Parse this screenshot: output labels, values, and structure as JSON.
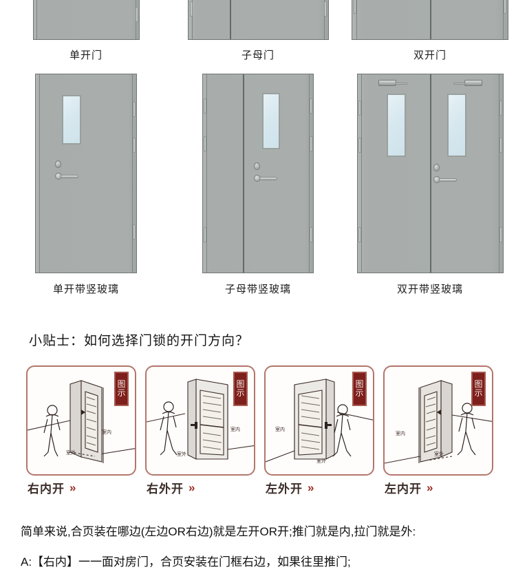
{
  "door_rows": [
    {
      "row_name": "basic-doors",
      "cells": [
        {
          "caption": "单开门",
          "type": "single"
        },
        {
          "caption": "子母门",
          "type": "mother-son"
        },
        {
          "caption": "双开门",
          "type": "double"
        }
      ]
    },
    {
      "row_name": "glass-doors",
      "cells": [
        {
          "caption": "单开带竖玻璃",
          "type": "single-glass"
        },
        {
          "caption": "子母带竖玻璃",
          "type": "mother-son-glass"
        },
        {
          "caption": "双开带竖玻璃",
          "type": "double-glass"
        }
      ]
    }
  ],
  "tips": {
    "heading": "小贴士：如何选择门锁的开门方向？"
  },
  "panels": [
    {
      "label": "右内开",
      "chevron": "»",
      "badge_top": "图",
      "badge_bottom": "示",
      "inside_label": "室内",
      "outside_label": "室外",
      "person_side": "left",
      "door_open": "inward",
      "hinge_side": "right"
    },
    {
      "label": "右外开",
      "chevron": "»",
      "badge_top": "图",
      "badge_bottom": "示",
      "inside_label": "室内",
      "outside_label": "室外",
      "person_side": "left",
      "door_open": "outward",
      "hinge_side": "right"
    },
    {
      "label": "左外开",
      "chevron": "»",
      "badge_top": "图",
      "badge_bottom": "示",
      "inside_label": "室内",
      "outside_label": "室外",
      "person_side": "right",
      "door_open": "outward",
      "hinge_side": "left"
    },
    {
      "label": "左内开",
      "chevron": "»",
      "badge_top": "图",
      "badge_bottom": "示",
      "inside_label": "室内",
      "outside_label": "室外",
      "person_side": "right",
      "door_open": "inward",
      "hinge_side": "left"
    }
  ],
  "footer": {
    "line1": "简单来说,合页装在哪边(左边OR右边)就是左开OR开;推门就是内,拉门就是外:",
    "line2": "A:【右内】一一面对房门，合页安装在门框右边，如果往里推门;"
  },
  "colors": {
    "panel_border": "#b3756b",
    "badge_bg": "#7d1f1c",
    "label_text": "#3a2b26",
    "chevron": "#9b2d22",
    "door_face": "#a9aeac",
    "door_edge": "#6f7573",
    "glass": "#d7e8ef"
  }
}
